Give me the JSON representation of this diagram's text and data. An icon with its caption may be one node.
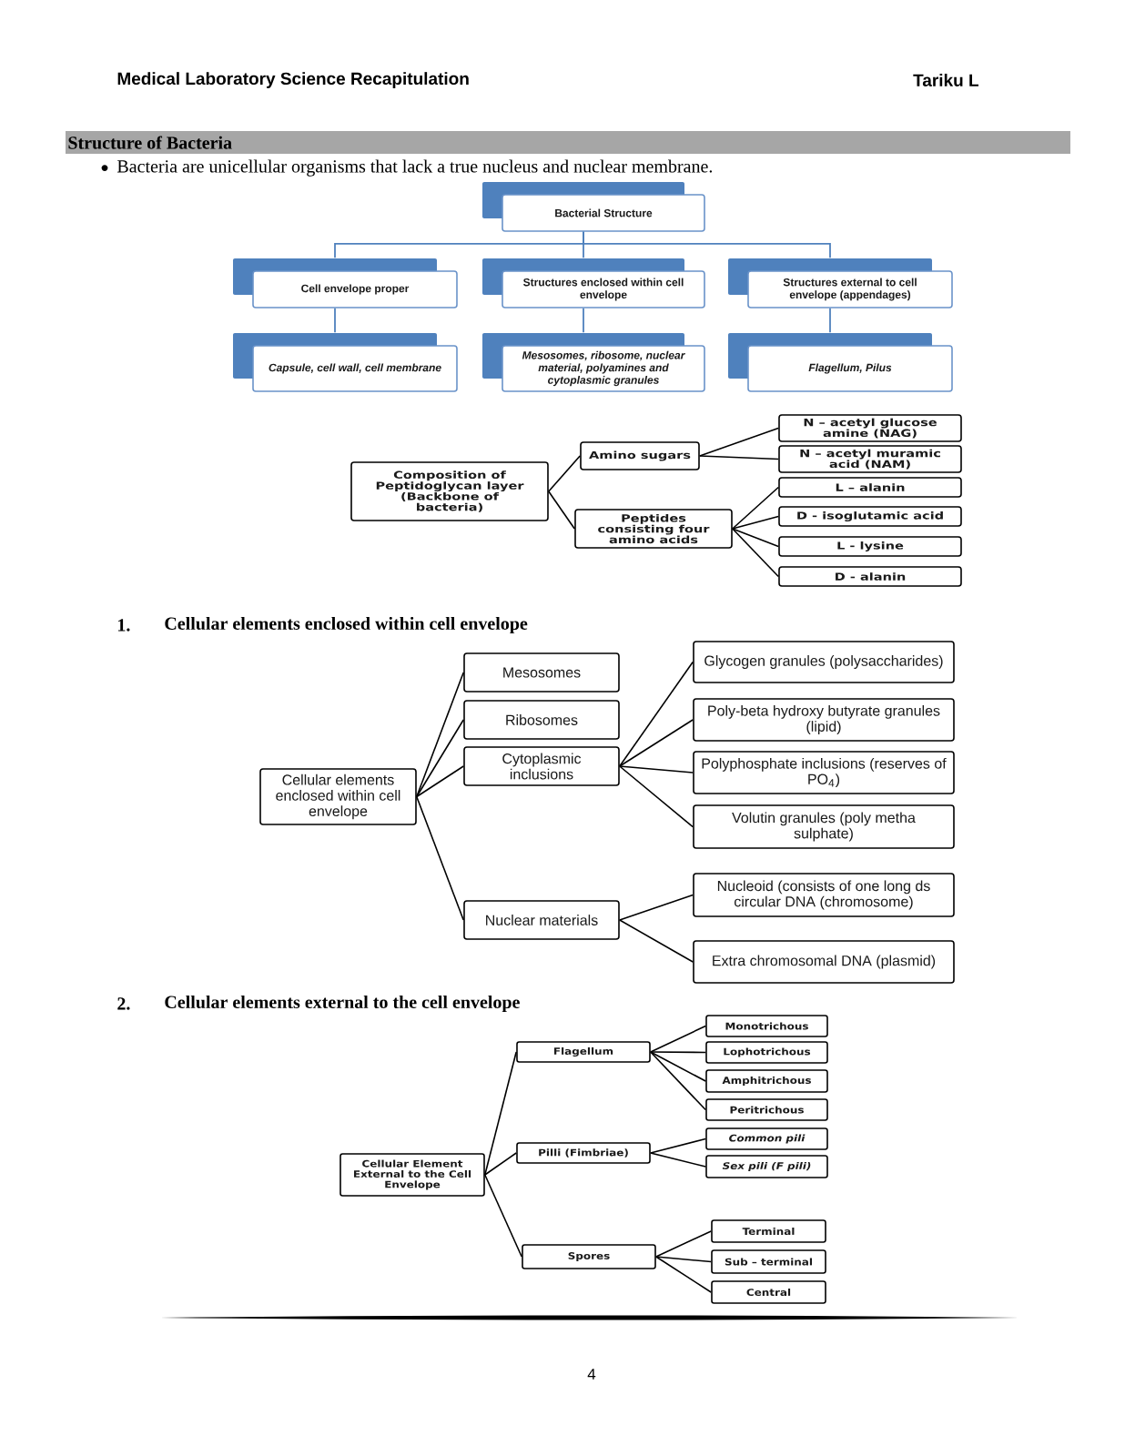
{
  "diagram": {
    "title": "Structure of Bacteria",
    "nodes": [
      {
        "text": [
          "Bacterial Structure"
        ]
      },
      {
        "text": [
          "Cell envelope proper"
        ]
      },
      {
        "text": [
          "Structures enclosed within cell envelope"
        ]
      },
      {
        "text": [
          "Structures external to cell envelope (appendages)"
        ]
      },
      {
        "text": [
          "Capsule, cell wall, cell membrane"
        ]
      },
      {
        "text": [
          "Mesosomes, ribosome, nuclear material, polyamines and cytoplasmic granules"
        ]
      },
      {
        "text": [
          "Flagellum, Pilus"
        ]
      },
      {
        "text": [
          "Composition of Peptidoglycan layer (Backbone of bacteria)"
        ]
      },
      {
        "text": [
          "Amino sugars"
        ]
      },
      {
        "text": [
          "N – acetyl glucose amine (NAG)"
        ]
      },
      {
        "text": [
          "N – acetyl muramic acid (NAM)"
        ]
      },
      {
        "text": [
          "Peptides consisting four amino acids"
        ]
      },
      {
        "text": [
          "L – alanin"
        ]
      },
      {
        "text": [
          "D - isoglutamic acid"
        ]
      },
      {
        "text": [
          "L - lysine"
        ]
      },
      {
        "text": [
          "D - alanin"
        ]
      },
      {
        "text": [
          "Cellular elements enclosed within cell envelope"
        ]
      },
      {
        "text": [
          "Mesosomes"
        ]
      },
      {
        "text": [
          "Ribosomes"
        ]
      },
      {
        "text": [
          "Cytoplasmic inclusions"
        ]
      },
      {
        "text": [
          "Nuclear materials"
        ]
      },
      {
        "text": [
          "Glycogen granules (polysaccharides)"
        ]
      },
      {
        "text": [
          "Poly-beta hydroxy butyrate granules (lipid)"
        ]
      },
      {
        "text": [
          "Polyphosphate inclusions (reserves of PO$_{4}$)"
        ]
      },
      {
        "text": [
          "Volutin granules (poly metha sulphate)"
        ]
      },
      {
        "text": [
          "Nucleoid (consists of one long ds circular DNA (chromosome)"
        ]
      },
      {
        "text": [
          "Extra chromosomal DNA (plasmid)"
        ]
      },
      {
        "text": [
          "Cellular Element External to the Cell Envelope"
        ]
      },
      {
        "text": [
          "Flagellum"
        ]
      },
      {
        "text": [
          "Pilli (Fimbriae)"
        ]
      },
      {
        "text": [
          "Spores"
        ]
      },
      {
        "text": [
          "Monotrichous"
        ]
      },
      {
        "text": [
          "Lophotrichous"
        ]
      },
      {
        "text": [
          "Amphitrichous"
        ]
      },
      {
        "text": [
          "Peritrichous"
        ]
      },
      {
        "text": [
          "Common pili"
        ]
      },
      {
        "text": [
          "Sex pili (F pili)"
        ]
      },
      {
        "text": [
          "Terminal"
        ]
      },
      {
        "text": [
          "Sub – terminal"
        ]
      },
      {
        "text": [
          "Central"
        ]
      }
    ],
    "edges": [
      {
        "from": 0,
        "to": 1,
        "arrow": "none",
        "color": "#4f81bd"
      },
      {
        "from": 0,
        "to": 2,
        "arrow": "none",
        "color": "#4f81bd"
      },
      {
        "from": 0,
        "to": 3,
        "arrow": "none",
        "color": "#4f81bd"
      },
      {
        "from": 1,
        "to": 4,
        "arrow": "none",
        "color": "#4f81bd"
      },
      {
        "from": 2,
        "to": 5,
        "arrow": "none",
        "color": "#4f81bd"
      },
      {
        "from": 3,
        "to": 6,
        "arrow": "none",
        "color": "#4f81bd"
      },
      {
        "from": 7,
        "to": 8,
        "arrow": "none"
      },
      {
        "from": 7,
        "to": 11,
        "arrow": "none"
      },
      {
        "from": 8,
        "to": 9,
        "arrow": "none"
      },
      {
        "from": 8,
        "to": 10,
        "arrow": "none"
      },
      {
        "from": 11,
        "to": 12,
        "arrow": "none"
      },
      {
        "from": 11,
        "to": 13,
        "arrow": "none"
      },
      {
        "from": 11,
        "to": 14,
        "arrow": "none"
      },
      {
        "from": 11,
        "to": 15,
        "arrow": "none"
      },
      {
        "from": 16,
        "to": 17,
        "arrow": "none"
      },
      {
        "from": 16,
        "to": 18,
        "arrow": "none"
      },
      {
        "from": 16,
        "to": 19,
        "arrow": "none"
      },
      {
        "from": 16,
        "to": 20,
        "arrow": "none"
      },
      {
        "from": 19,
        "to": 21,
        "arrow": "none"
      },
      {
        "from": 19,
        "to": 22,
        "arrow": "none"
      },
      {
        "from": 19,
        "to": 23,
        "arrow": "none"
      },
      {
        "from": 19,
        "to": 24,
        "arrow": "none"
      },
      {
        "from": 20,
        "to": 25,
        "arrow": "none"
      },
      {
        "from": 20,
        "to": 26,
        "arrow": "none"
      },
      {
        "from": 27,
        "to": 28,
        "arrow": "none"
      },
      {
        "from": 27,
        "to": 29,
        "arrow": "none"
      },
      {
        "from": 27,
        "to": 30,
        "arrow": "none"
      },
      {
        "from": 28,
        "to": 31,
        "arrow": "none"
      },
      {
        "from": 28,
        "to": 32,
        "arrow": "none"
      },
      {
        "from": 28,
        "to": 33,
        "arrow": "none"
      },
      {
        "from": 28,
        "to": 34,
        "arrow": "none"
      },
      {
        "from": 29,
        "to": 35,
        "arrow": "none"
      },
      {
        "from": 29,
        "to": 36,
        "arrow": "none"
      },
      {
        "from": 30,
        "to": 37,
        "arrow": "none"
      },
      {
        "from": 30,
        "to": 38,
        "arrow": "none"
      },
      {
        "from": 30,
        "to": 39,
        "arrow": "none"
      }
    ],
    "labels": [
      "Medical Laboratory Science Recapitulation",
      "Tariku L",
      "Bacteria are unicellular organisms that lack a true nucleus and nuclear membrane.",
      "1.",
      "Cellular elements enclosed within cell envelope",
      "2.",
      "Cellular elements external to the cell envelope",
      "4"
    ]
  }
}
